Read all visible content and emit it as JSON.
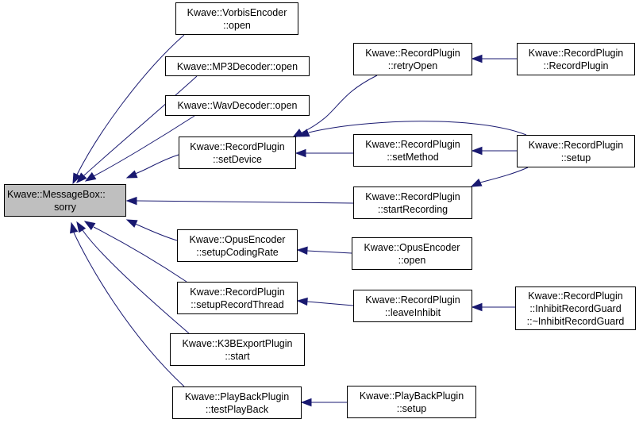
{
  "colors": {
    "edge": "#191970",
    "root_fill": "#bfbfbf",
    "node_fill": "#ffffff",
    "border": "#000000"
  },
  "nodes": {
    "root": [
      "Kwave::MessageBox::",
      "sorry"
    ],
    "vorbis_open": [
      "Kwave::VorbisEncoder",
      "::open"
    ],
    "mp3_open": [
      "Kwave::MP3Decoder::open"
    ],
    "wav_open": [
      "Kwave::WavDecoder::open"
    ],
    "set_device": [
      "Kwave::RecordPlugin",
      "::setDevice"
    ],
    "opus_rate": [
      "Kwave::OpusEncoder",
      "::setupCodingRate"
    ],
    "record_thread": [
      "Kwave::RecordPlugin",
      "::setupRecordThread"
    ],
    "k3b_start": [
      "Kwave::K3BExportPlugin",
      "::start"
    ],
    "test_playback": [
      "Kwave::PlayBackPlugin",
      "::testPlayBack"
    ],
    "retry_open": [
      "Kwave::RecordPlugin",
      "::retryOpen"
    ],
    "set_method": [
      "Kwave::RecordPlugin",
      "::setMethod"
    ],
    "start_recording": [
      "Kwave::RecordPlugin",
      "::startRecording"
    ],
    "opus_open": [
      "Kwave::OpusEncoder",
      "::open"
    ],
    "leave_inhibit": [
      "Kwave::RecordPlugin",
      "::leaveInhibit"
    ],
    "playback_setup": [
      "Kwave::PlayBackPlugin",
      "::setup"
    ],
    "record_ctor": [
      "Kwave::RecordPlugin",
      "::RecordPlugin"
    ],
    "record_setup": [
      "Kwave::RecordPlugin",
      "::setup"
    ],
    "inhibit_dtor": [
      "Kwave::RecordPlugin",
      "::InhibitRecordGuard",
      "::~InhibitRecordGuard"
    ]
  },
  "edges": [
    [
      "vorbis_open",
      "root"
    ],
    [
      "mp3_open",
      "root"
    ],
    [
      "wav_open",
      "root"
    ],
    [
      "set_device",
      "root"
    ],
    [
      "start_recording",
      "root"
    ],
    [
      "opus_rate",
      "root"
    ],
    [
      "record_thread",
      "root"
    ],
    [
      "k3b_start",
      "root"
    ],
    [
      "test_playback",
      "root"
    ],
    [
      "retry_open",
      "set_device"
    ],
    [
      "record_setup",
      "set_device"
    ],
    [
      "set_method",
      "set_device"
    ],
    [
      "record_ctor",
      "retry_open"
    ],
    [
      "record_setup",
      "set_method"
    ],
    [
      "record_setup",
      "start_recording"
    ],
    [
      "opus_open",
      "opus_rate"
    ],
    [
      "leave_inhibit",
      "record_thread"
    ],
    [
      "inhibit_dtor",
      "leave_inhibit"
    ],
    [
      "playback_setup",
      "test_playback"
    ]
  ]
}
